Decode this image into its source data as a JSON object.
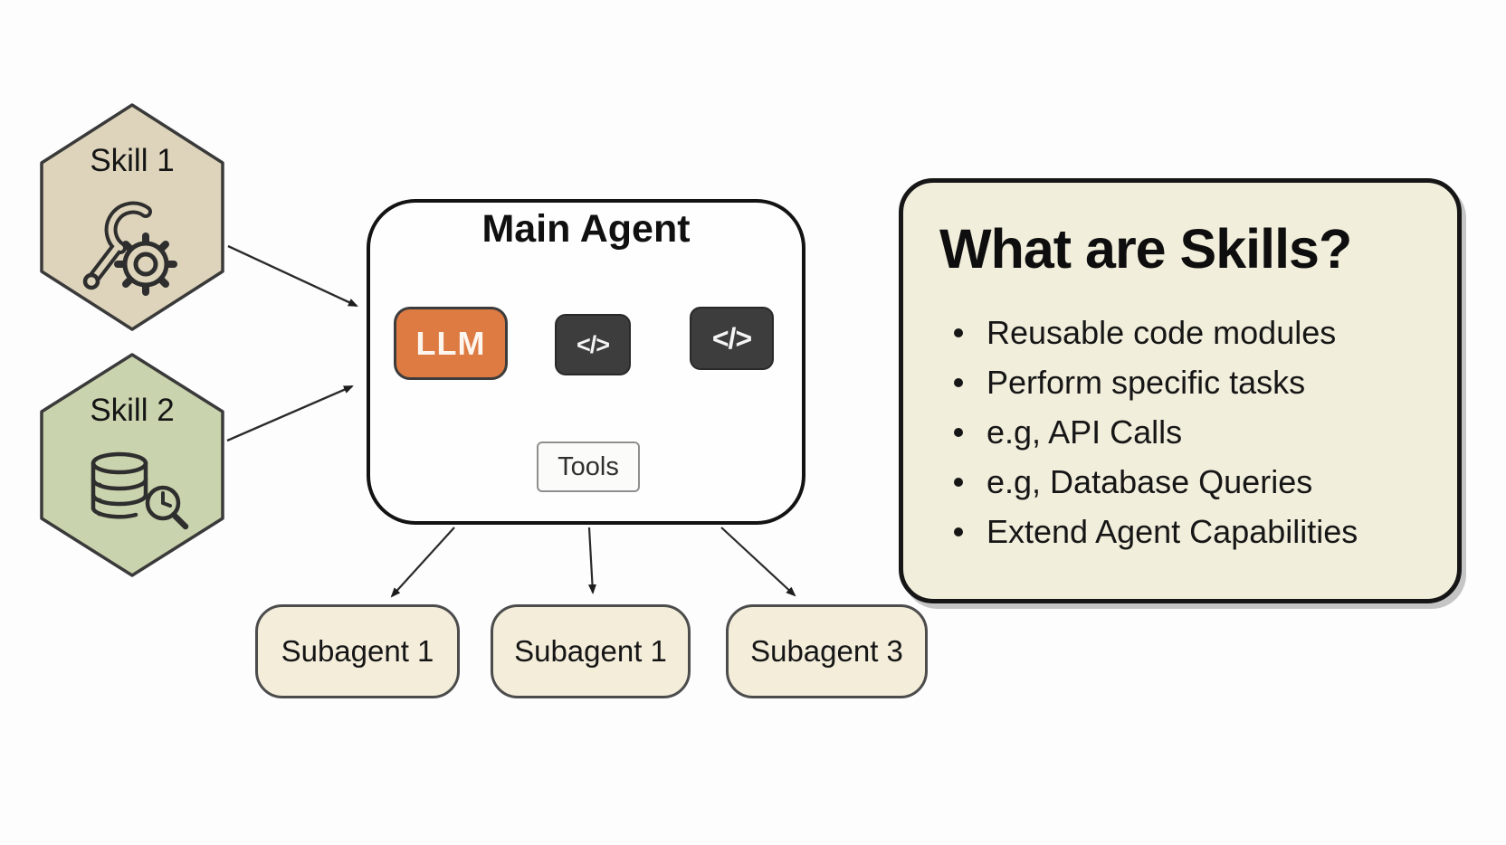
{
  "skills": [
    {
      "label": "Skill 1",
      "icon": "wrench-gear-icon",
      "fill": "#ddd4bb"
    },
    {
      "label": "Skill 2",
      "icon": "database-search-icon",
      "fill": "#c9d3ad"
    }
  ],
  "main_agent": {
    "title": "Main Agent",
    "llm_label": "LLM",
    "code_symbol": "</>",
    "tools_label": "Tools"
  },
  "subagents": [
    {
      "label": "Subagent 1"
    },
    {
      "label": "Subagent 1"
    },
    {
      "label": "Subagent 3"
    }
  ],
  "info_panel": {
    "title": "What are Skills?",
    "bullets": [
      "Reusable code modules",
      "Perform specific tasks",
      "e.g, API Calls",
      "e.g, Database Queries",
      "Extend Agent Capabilities"
    ]
  },
  "colors": {
    "llm_orange": "#dd7b43",
    "code_dark": "#3e3d3d",
    "skill1_fill": "#ddd4bb",
    "skill2_fill": "#c9d3ad",
    "panel_cream": "#f2eedc",
    "subagent_cream": "#f3edda",
    "outline_black": "#161616"
  }
}
